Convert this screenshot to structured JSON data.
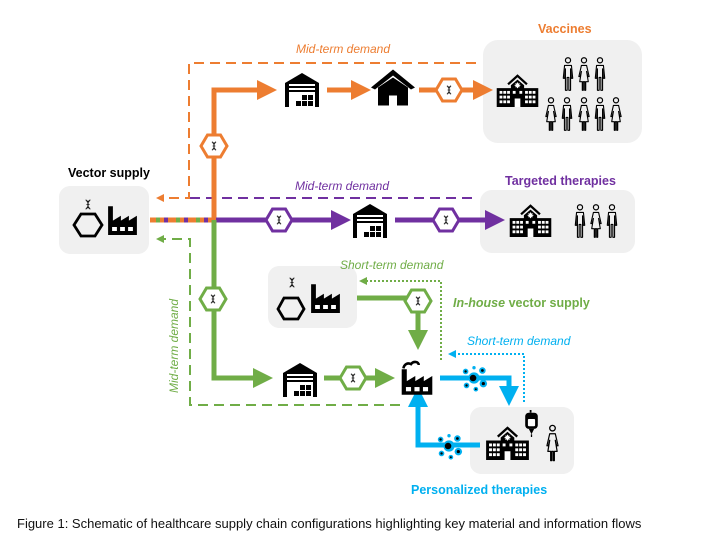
{
  "colors": {
    "vaccines": "#ED7D31",
    "targeted": "#7030A0",
    "inhouse": "#70AD47",
    "personalized": "#00B0F0",
    "box_bg": "#F0F0F0",
    "icon": "#000000"
  },
  "nodes": {
    "vector_supply": {
      "title": "Vector supply",
      "icons": [
        "dna-icon",
        "hexagon-icon",
        "factory-icon"
      ]
    },
    "vaccines": {
      "title": "Vaccines",
      "icons": [
        "hospital-icon",
        "people-group-icon"
      ],
      "people_count": 8
    },
    "targeted_therapies": {
      "title": "Targeted therapies",
      "icons": [
        "hospital-icon",
        "people-group-icon"
      ],
      "people_count": 3
    },
    "inhouse_vector_supply": {
      "title_italic": "In-house",
      "title_rest": " vector supply",
      "icons": [
        "dna-icon",
        "hexagon-icon",
        "factory-icon"
      ]
    },
    "personalized_therapies": {
      "title": "Personalized therapies",
      "icons": [
        "hospital-icon",
        "iv-bag-icon",
        "patient-icon"
      ]
    }
  },
  "flows": {
    "vaccines_demand": "Mid-term demand",
    "targeted_demand": "Mid-term demand",
    "inhouse_midterm_demand": "Mid-term demand",
    "inhouse_shortterm_demand": "Short-term demand",
    "personalized_shortterm_demand": "Short-term demand"
  },
  "intermediate_icons": {
    "vaccine_chain": [
      "vector-hexagon-icon",
      "warehouse-icon",
      "distribution-house-icon",
      "vector-hexagon-icon"
    ],
    "targeted_chain": [
      "vector-hexagon-icon",
      "warehouse-icon",
      "vector-hexagon-icon"
    ],
    "inhouse_chain": [
      "vector-hexagon-icon",
      "warehouse-icon",
      "vector-hexagon-icon",
      "manufacturing-plant-icon"
    ],
    "personalized_loop": [
      "cells-icon",
      "cells-icon"
    ]
  },
  "caption": "Figure 1: Schematic of healthcare supply chain configurations highlighting key material and information flows"
}
